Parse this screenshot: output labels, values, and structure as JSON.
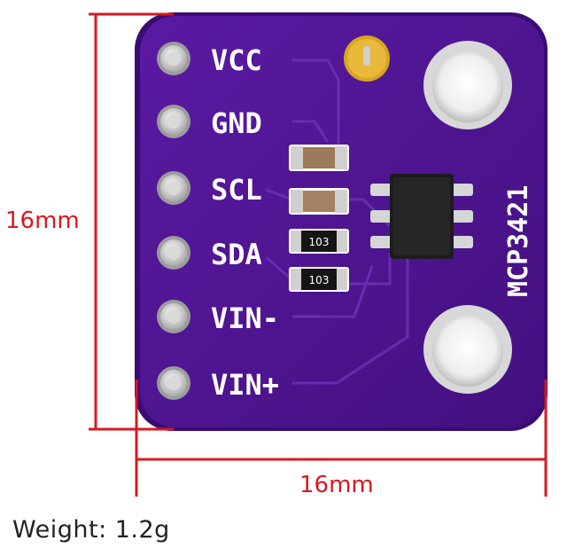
{
  "board": {
    "pins": [
      "VCC",
      "GND",
      "SCL",
      "SDA",
      "VIN-",
      "VIN+"
    ],
    "chip_label": "MCP3421",
    "resistor_codes": [
      "103",
      "103"
    ],
    "colors": {
      "pcb": "#4b138f",
      "pcb_edge": "#3a0c73",
      "silkscreen": "#ffffff",
      "pad": "#c9c9c9",
      "gold_pad": "#d9a520",
      "chip": "#1c1c1c",
      "dimension_line": "#d71920"
    }
  },
  "dimensions": {
    "vertical": "16mm",
    "horizontal": "16mm"
  },
  "weight": "Weight: 1.2g"
}
